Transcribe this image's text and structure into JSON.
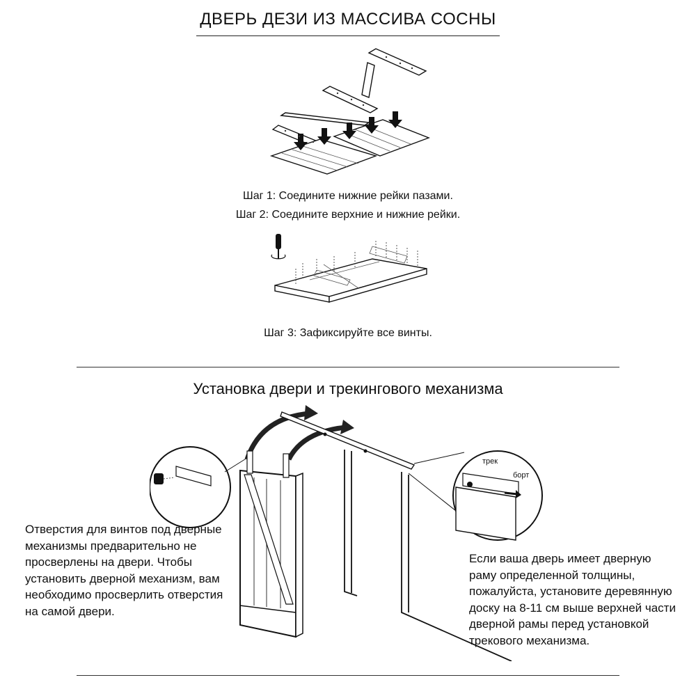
{
  "header": {
    "title": "ДВЕРЬ ДЕЗИ ИЗ МАССИВА СОСНЫ"
  },
  "steps": [
    {
      "label": "Шаг 1: Соедините нижние рейки пазами."
    },
    {
      "label": "Шаг 2: Соедините верхние и нижние рейки."
    },
    {
      "label": "Шаг 3: Зафиксируйте все винты."
    }
  ],
  "install": {
    "title": "Установка двери и трекингового механизма",
    "note_left": "Отверстия для винтов под дверные механизмы предварительно не просверлены на двери. Чтобы установить дверной механизм, вам необходимо просверлить отверстия на самой двери.",
    "note_right": "Если ваша дверь имеет дверную раму определенной толщины, пожалуйста, установите деревянную доску на 8-11 см выше верхней части дверной рамы перед установкой трекового механизма.",
    "label_track": "трек",
    "label_rim": "борт"
  }
}
